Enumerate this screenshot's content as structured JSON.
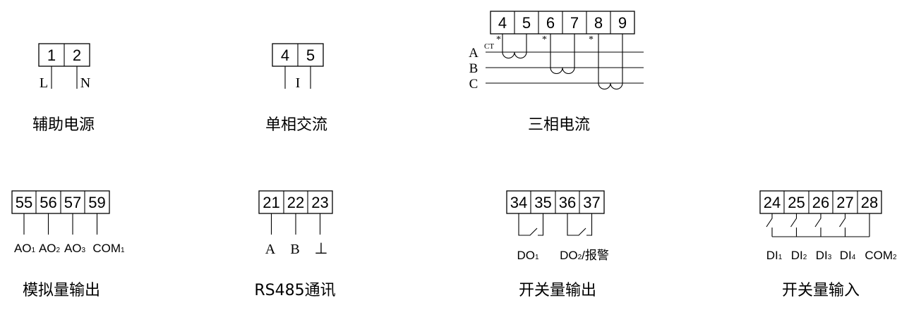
{
  "aux_power": {
    "title": "辅助电源",
    "terminals": [
      "1",
      "2"
    ],
    "labels": [
      "L",
      "N"
    ]
  },
  "single_phase": {
    "title": "单相交流",
    "terminals": [
      "4",
      "5"
    ],
    "label": "I"
  },
  "three_phase": {
    "title": "三相电流",
    "terminals": [
      "4",
      "5",
      "6",
      "7",
      "8",
      "9"
    ],
    "phases": [
      "A",
      "B",
      "C"
    ],
    "ct_label": "CT",
    "star": "*"
  },
  "analog_out": {
    "title": "模拟量输出",
    "terminals": [
      "55",
      "56",
      "57",
      "59"
    ],
    "labels": [
      {
        "base": "AO",
        "sub": "1"
      },
      {
        "base": "AO",
        "sub": "2"
      },
      {
        "base": "AO",
        "sub": "3"
      },
      {
        "base": "COM",
        "sub": "1"
      }
    ]
  },
  "rs485": {
    "title": "RS485通讯",
    "terminals": [
      "21",
      "22",
      "23"
    ],
    "labels": [
      "A",
      "B",
      "⊥"
    ]
  },
  "digital_out": {
    "title": "开关量输出",
    "terminals": [
      "34",
      "35",
      "36",
      "37"
    ],
    "labels": [
      {
        "base": "DO",
        "sub": "1",
        "suffix": ""
      },
      {
        "base": "DO",
        "sub": "2",
        "suffix": "/报警"
      }
    ]
  },
  "digital_in": {
    "title": "开关量输入",
    "terminals": [
      "24",
      "25",
      "26",
      "27",
      "28"
    ],
    "labels": [
      {
        "base": "DI",
        "sub": "1"
      },
      {
        "base": "DI",
        "sub": "2"
      },
      {
        "base": "DI",
        "sub": "3"
      },
      {
        "base": "DI",
        "sub": "4"
      },
      {
        "base": "COM",
        "sub": "2"
      }
    ]
  }
}
